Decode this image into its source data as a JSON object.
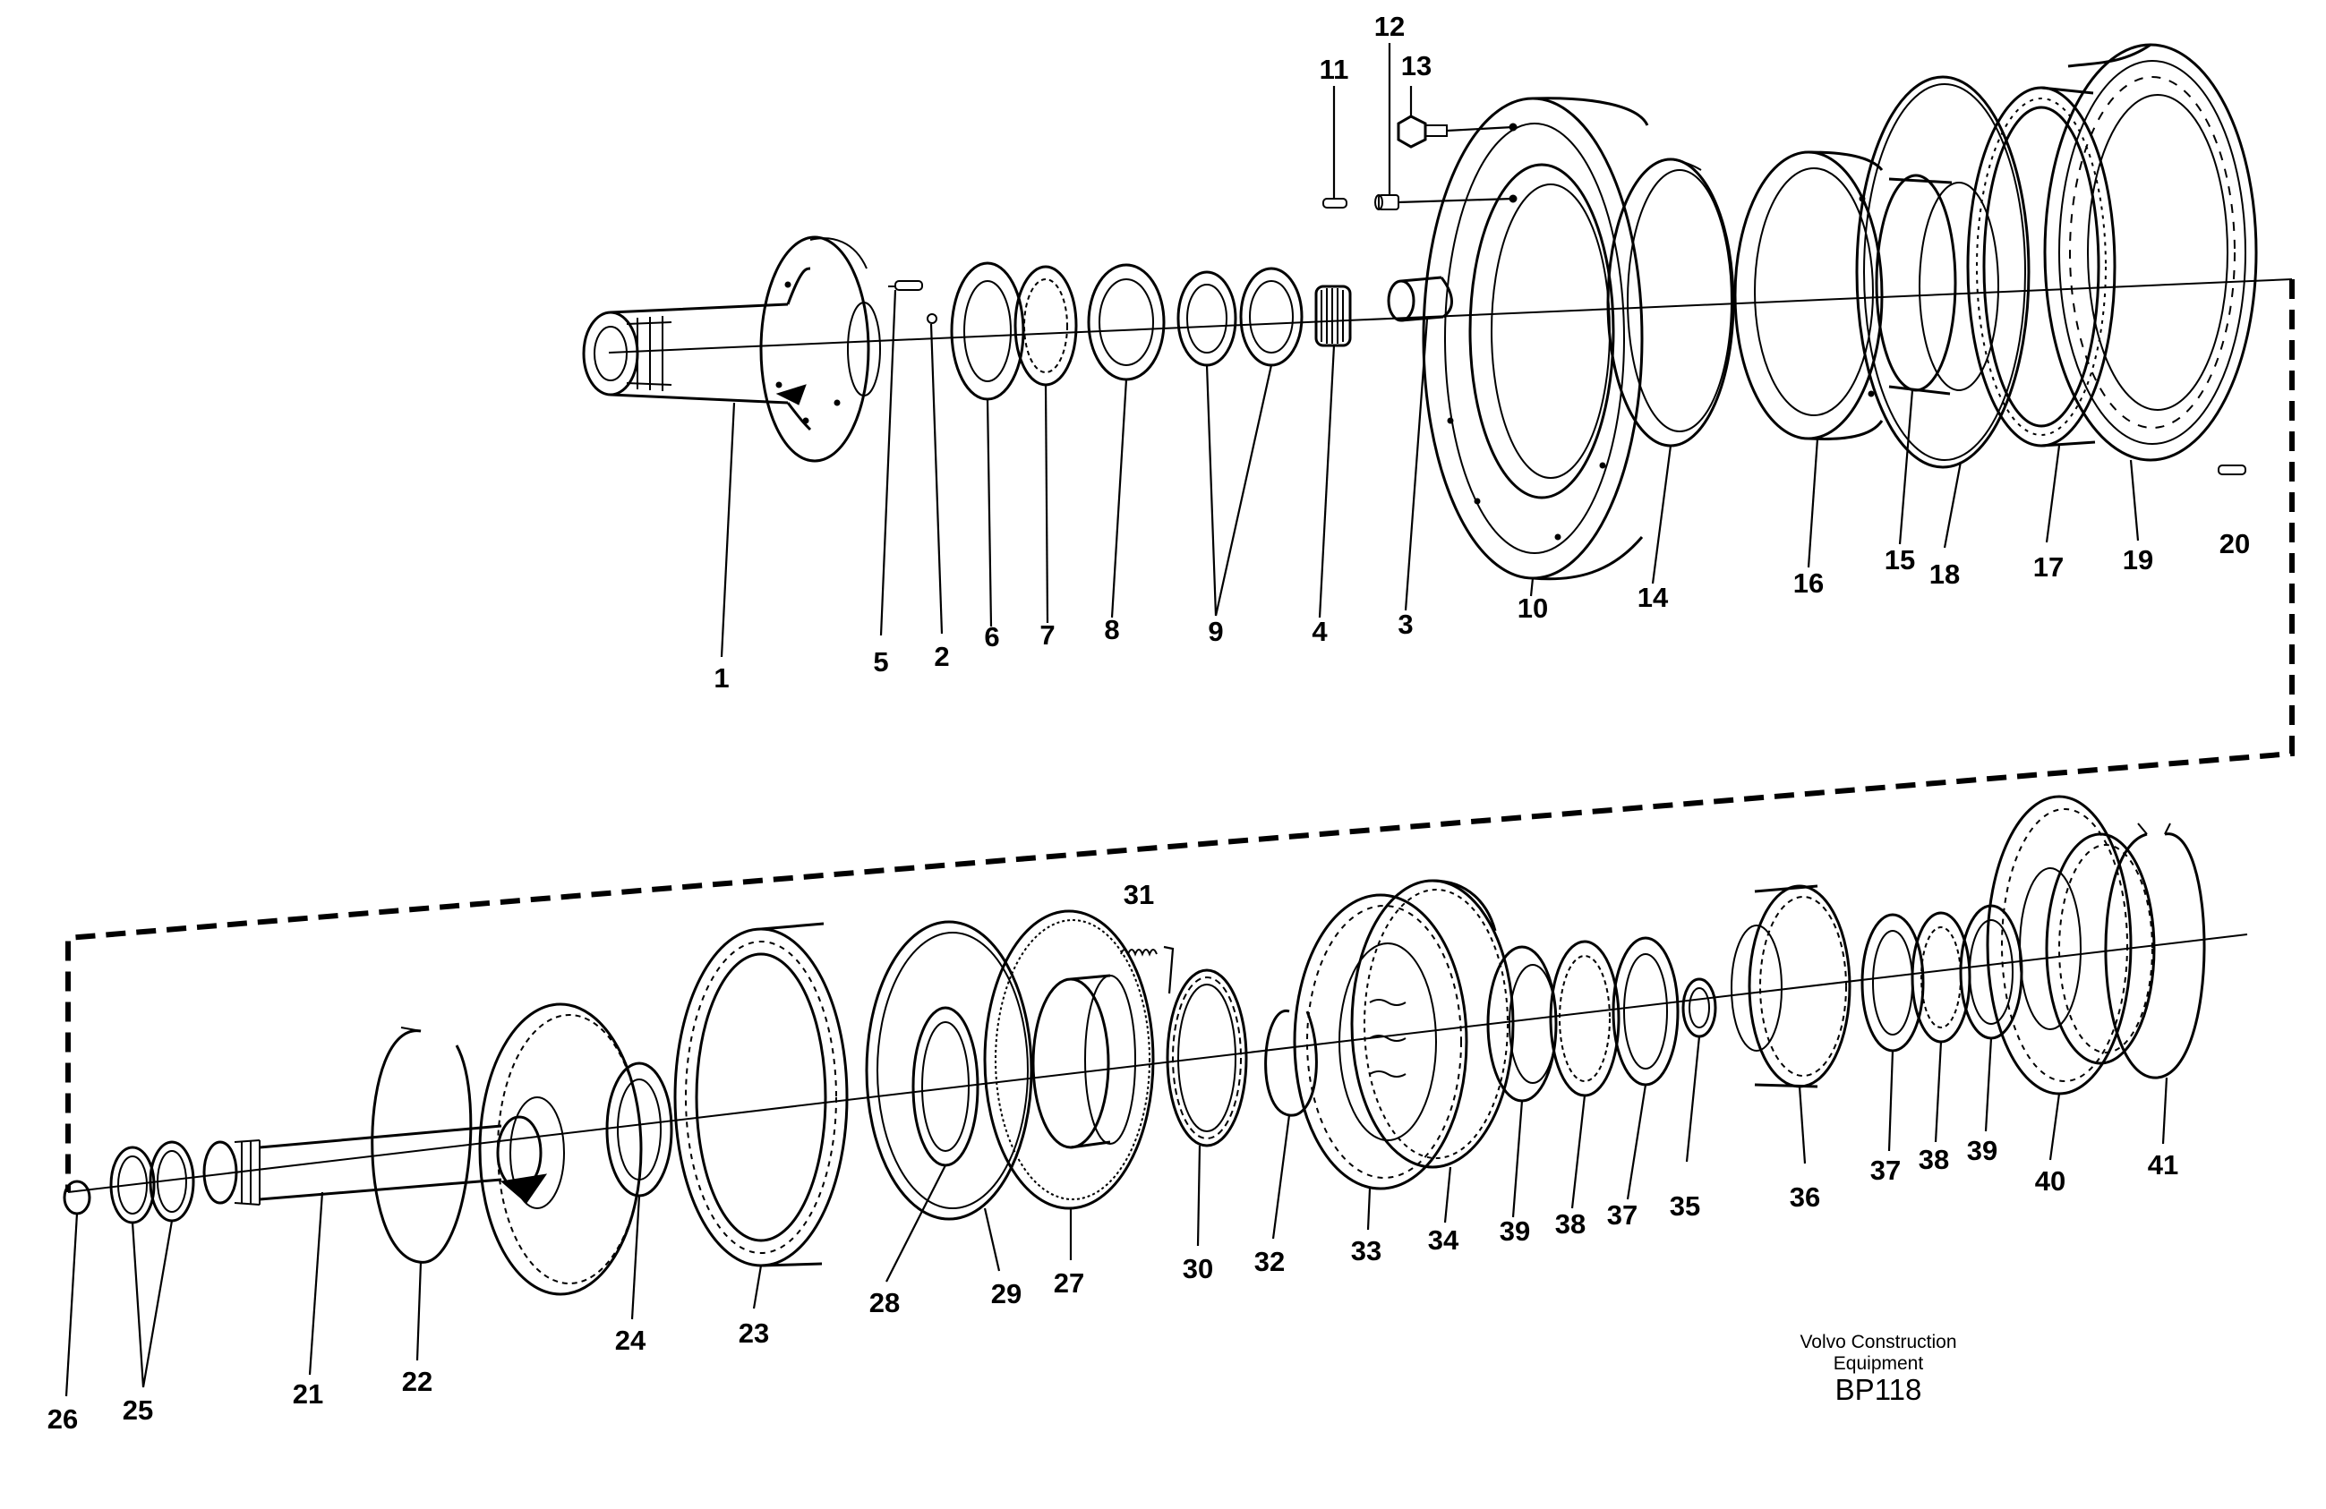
{
  "labels": {
    "l1": "1",
    "l2": "2",
    "l3": "3",
    "l4": "4",
    "l5": "5",
    "l6": "6",
    "l7": "7",
    "l8": "8",
    "l9": "9",
    "l10": "10",
    "l11": "11",
    "l12": "12",
    "l13": "13",
    "l14": "14",
    "l15": "15",
    "l16": "16",
    "l17": "17",
    "l18": "18",
    "l19": "19",
    "l20": "20",
    "l21": "21",
    "l22": "22",
    "l23": "23",
    "l24": "24",
    "l25": "25",
    "l26": "26",
    "l27": "27",
    "l28": "28",
    "l29": "29",
    "l30": "30",
    "l31": "31",
    "l32": "32",
    "l33": "33",
    "l34": "34",
    "l35": "35",
    "l36": "36",
    "l37a": "37",
    "l37b": "37",
    "l38a": "38",
    "l38b": "38",
    "l39a": "39",
    "l39b": "39",
    "l40": "40",
    "l41": "41"
  },
  "footer": {
    "line1": "Volvo Construction",
    "line2": "Equipment",
    "code": "BP118"
  }
}
